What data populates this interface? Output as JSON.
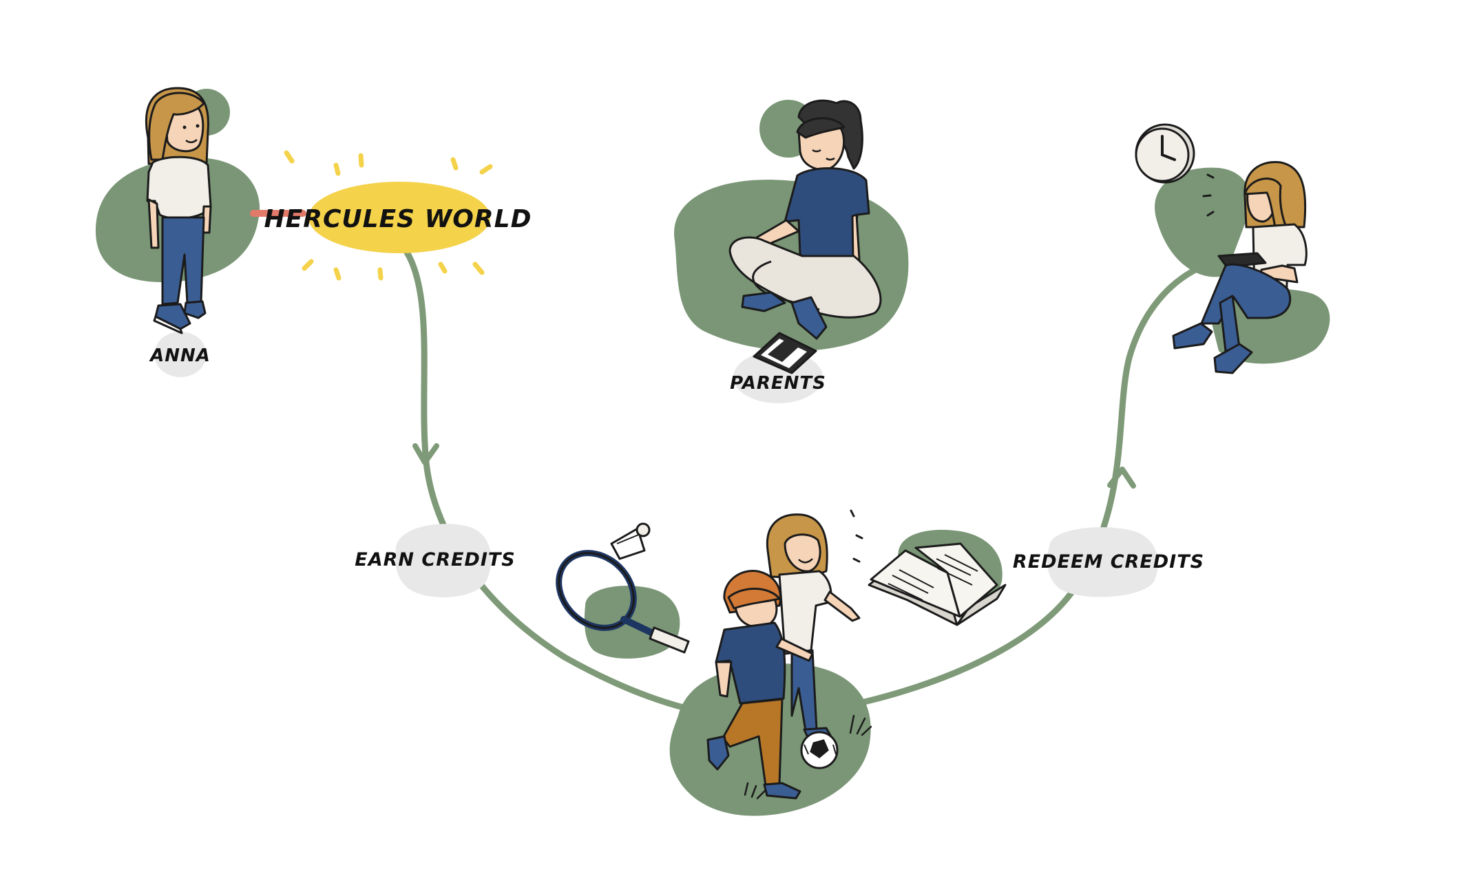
{
  "labels": {
    "anna": "ANNA",
    "hercules": "HERCULES WORLD",
    "parents": "PARENTS",
    "earn": "EARN CREDITS",
    "redeem": "REDEEM CREDITS"
  },
  "colors": {
    "grass": "#7a9676",
    "flow": "#7f9a78",
    "sun": "#f4d24a",
    "link": "#e27a6a",
    "bubble": "#e8e8e8",
    "hair": "#c79649",
    "hair_dark": "#333333",
    "ginger": "#d27a36",
    "shirt_white": "#f2efe9",
    "shirt_navy": "#2f4d7c",
    "jeans": "#3a5d94",
    "pants_light": "#e9e5dc",
    "pants_brown": "#b87726",
    "skin": "#f6d4b8",
    "outline": "#1b1b1b"
  },
  "icons": [
    "anna-figure",
    "parent-figure",
    "tablet-icon",
    "clock-icon",
    "reading-child-figure",
    "racket-icon",
    "shuttlecock-icon",
    "book-icon",
    "children-playing-figure",
    "soccer-ball-icon"
  ]
}
